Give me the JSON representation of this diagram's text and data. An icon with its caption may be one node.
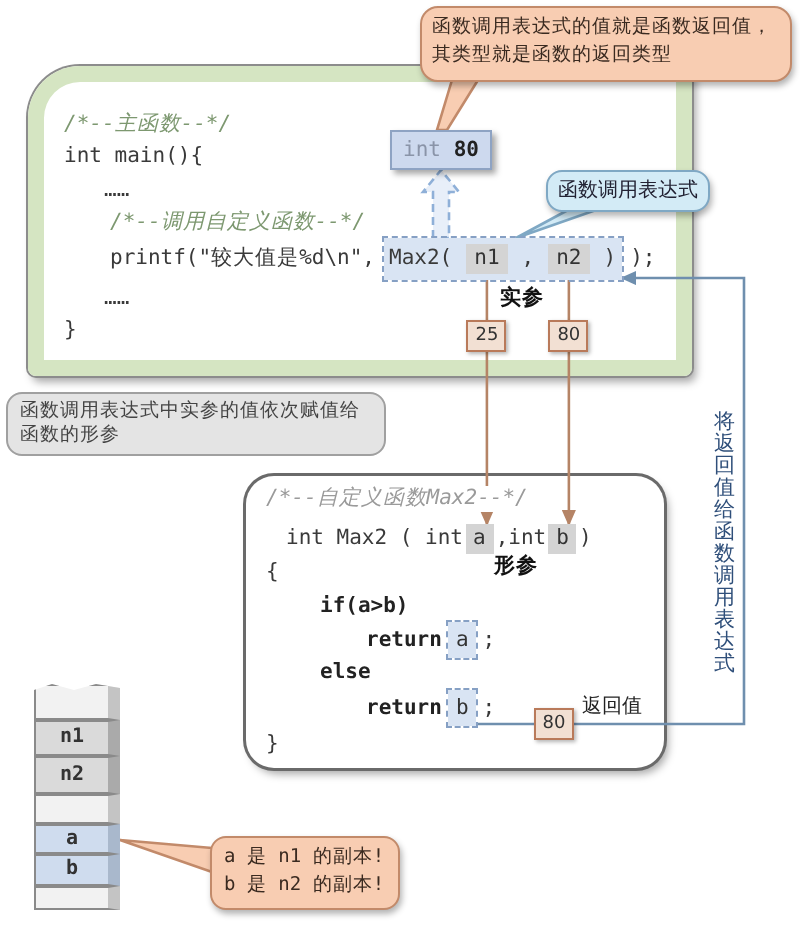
{
  "diagram": {
    "nodes": [
      {
        "text": [
          "函数调用表达式的值就是函数返回值，其类型就是函数的返回类型"
        ]
      },
      {
        "text": [
          "/*--主函数--*/",
          "int main(){",
          "……",
          "/*--调用自定义函数--*/",
          "printf(\"较大值是%d\\n\",",
          ");",
          "……",
          "}"
        ]
      },
      {
        "text": [
          "Max2(",
          ",",
          ")"
        ],
        "in": 1
      },
      {
        "text": [
          "n1"
        ],
        "in": 2
      },
      {
        "text": [
          "n2"
        ],
        "in": 2
      },
      {
        "text": [
          "int **80**"
        ],
        "in": 1
      },
      {
        "text": [
          "函数调用表达式"
        ]
      },
      {
        "text": [
          "25"
        ],
        "in": 1
      },
      {
        "text": [
          "80"
        ],
        "in": 1
      },
      {
        "text": [
          "函数调用表达式中实参的值依次赋值给函数的形参"
        ]
      },
      {
        "text": [
          "/*--自定义函数Max2--*/",
          "int Max2 ( int",
          ",int",
          ")",
          "{",
          "if(a>b)",
          "return",
          ";",
          "else",
          "return",
          ";",
          "}"
        ]
      },
      {
        "text": [
          "a"
        ],
        "in": 10
      },
      {
        "text": [
          "b"
        ],
        "in": 10
      },
      {
        "text": [
          "a"
        ],
        "in": 10
      },
      {
        "text": [
          "b"
        ],
        "in": 10
      },
      {
        "text": [
          "80"
        ],
        "in": 10,
        "beside": [
          "返回值"
        ]
      },
      {
        "text": [],
        "shape": "box"
      },
      {
        "text": [
          "n1"
        ]
      },
      {
        "text": [
          "n2"
        ]
      },
      {
        "text": [],
        "shape": "box"
      },
      {
        "text": [
          "a"
        ]
      },
      {
        "text": [
          "b"
        ]
      },
      {
        "text": [],
        "shape": "box"
      },
      {
        "text": [
          "a 是 n1 的副本!",
          "b 是 n2 的副本!"
        ]
      }
    ],
    "edges": [
      {
        "from": 0,
        "to": 5,
        "arrow": "none",
        "color": "#c28a6a"
      },
      {
        "from": 2,
        "to": 5,
        "arrow": "to",
        "style": "dashed",
        "color": "#8fb0d8"
      },
      {
        "from": 6,
        "to": 2,
        "arrow": "none",
        "color": "#7fa8c4"
      },
      {
        "from": 3,
        "to": 7,
        "arrow": "none"
      },
      {
        "from": 7,
        "to": 11,
        "arrow": "to"
      },
      {
        "from": 4,
        "to": 8,
        "arrow": "none"
      },
      {
        "from": 8,
        "to": 12,
        "arrow": "to"
      },
      {
        "from": 14,
        "to": 15,
        "arrow": "none",
        "color": "#6f8fae"
      },
      {
        "from": 15,
        "to": 2,
        "arrow": "to",
        "label": "将返回值给函数调用表达式",
        "color": "#6f8fae"
      },
      {
        "from": 23,
        "to": 20,
        "arrow": "none",
        "color": "#c28a6a"
      }
    ],
    "labels": [
      "实参",
      "形参"
    ]
  }
}
